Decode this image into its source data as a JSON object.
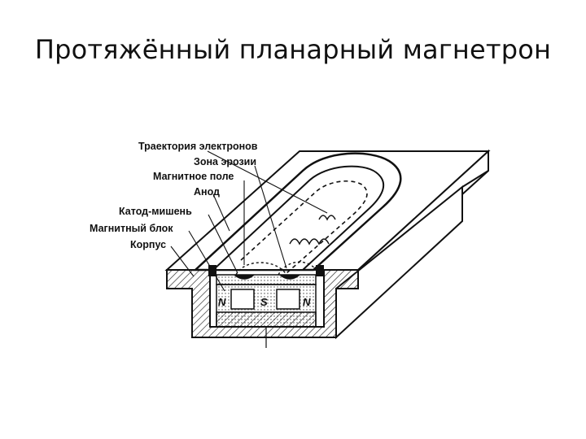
{
  "slide": {
    "title": "Протяжённый планарный магнетрон"
  },
  "labels": {
    "electron_trajectory": "Траектория электронов",
    "erosion_zone": "Зона эрозии",
    "magnetic_field": "Магнитное поле",
    "anode": "Анод",
    "cathode_target": "Катод-мишень",
    "magnetic_block": "Магнитный блок",
    "housing": "Корпус"
  },
  "poles": {
    "left": "N",
    "center": "S",
    "right": "N"
  }
}
